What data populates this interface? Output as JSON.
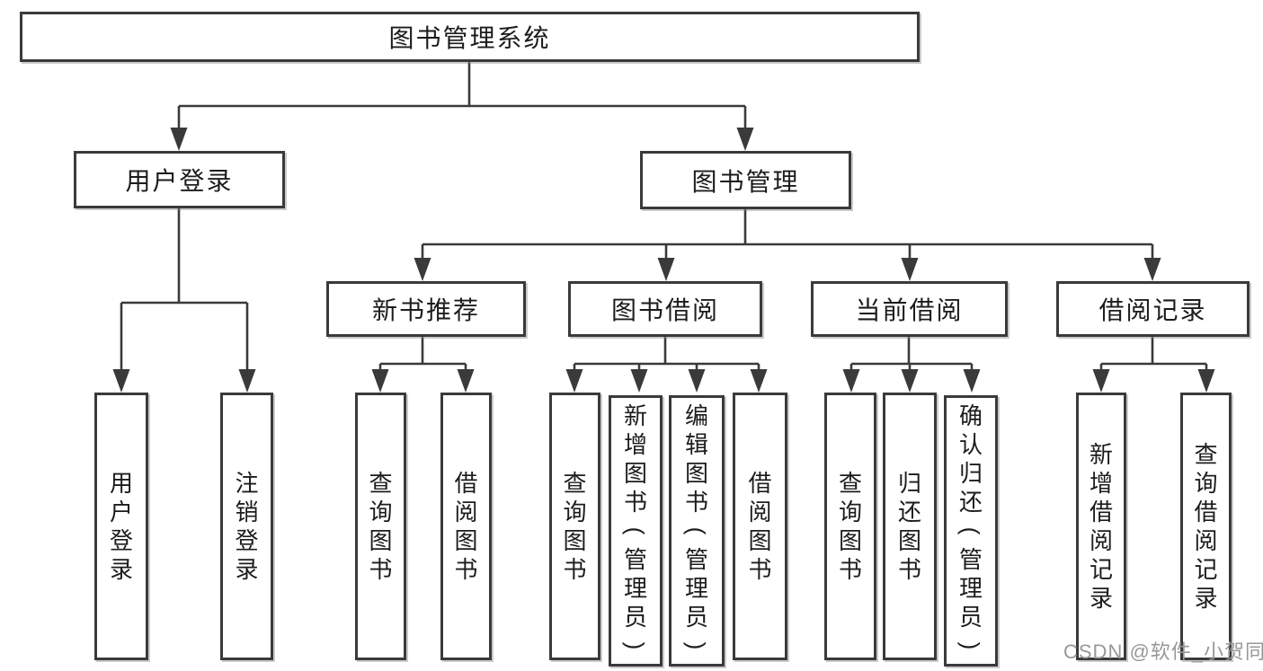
{
  "diagram": {
    "type": "hierarchy-tree",
    "root": {
      "label": "图书管理系统"
    },
    "branches": [
      {
        "label": "用户登录",
        "children": [
          {
            "label": "用户登录"
          },
          {
            "label": "注销登录"
          }
        ]
      },
      {
        "label": "图书管理",
        "children": [
          {
            "label": "新书推荐",
            "children": [
              {
                "label": "查询图书"
              },
              {
                "label": "借阅图书"
              }
            ]
          },
          {
            "label": "图书借阅",
            "children": [
              {
                "label": "查询图书"
              },
              {
                "label": "新增图书（管理员）"
              },
              {
                "label": "编辑图书（管理员）"
              },
              {
                "label": "借阅图书"
              }
            ]
          },
          {
            "label": "当前借阅",
            "children": [
              {
                "label": "查询图书"
              },
              {
                "label": "归还图书"
              },
              {
                "label": "确认归还（管理员）"
              }
            ]
          },
          {
            "label": "借阅记录",
            "children": [
              {
                "label": "新增借阅记录"
              },
              {
                "label": "查询借阅记录"
              }
            ]
          }
        ]
      }
    ]
  },
  "watermark": {
    "text": "CSDN @软件_小贺同学"
  },
  "colors": {
    "line": "#3a3a3a",
    "text": "#1c1c1c",
    "box_fill": "#ffffff",
    "watermark": "#989898"
  }
}
